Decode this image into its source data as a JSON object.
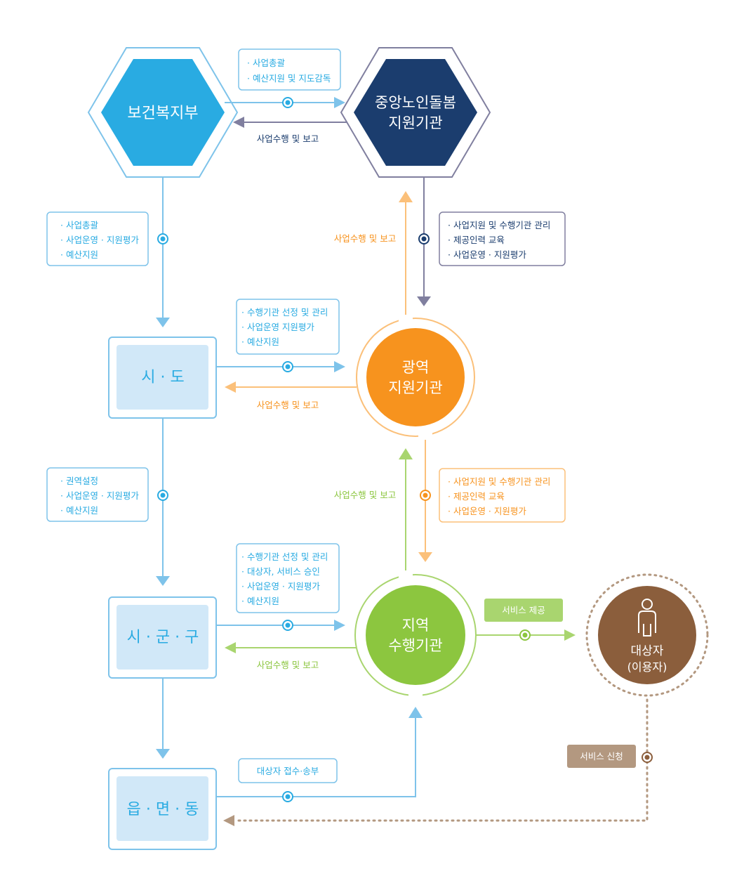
{
  "colors": {
    "blue": "#29abe2",
    "navy": "#1b3d6e",
    "orange": "#f7931e",
    "orange_light": "#fbc07a",
    "green": "#8cc63f",
    "green_light": "#a9d56f",
    "brown": "#8b5e3c",
    "tan": "#b39880",
    "box_fill": "#d1e8f8",
    "grey_border": "#807f9f"
  },
  "nodes": {
    "ministry": "보건복지부",
    "central": {
      "line1": "중앙노인돌봄",
      "line2": "지원기관"
    },
    "regional": {
      "line1": "광역",
      "line2": "지원기관"
    },
    "local": {
      "line1": "지역",
      "line2": "수행기관"
    },
    "sido": "시 · 도",
    "sigungu": "시 · 군 · 구",
    "eupmyeon": "읍 · 면 · 동",
    "target": {
      "line1": "대상자",
      "line2": "(이용자)",
      "icon": "person-icon"
    }
  },
  "notes": {
    "ministry_to_central": [
      "· 사업총괄",
      "· 예산지원 및 지도감독"
    ],
    "ministry_to_sido": [
      "· 사업총괄",
      "· 사업운영 · 지원평가",
      "· 예산지원"
    ],
    "central_to_regional": [
      "· 사업지원 및 수행기관 관리",
      "· 제공인력 교육",
      "· 사업운영 · 지원평가"
    ],
    "sido_to_regional": [
      "· 수행기관 선정 및 관리",
      "· 사업운영 지원평가",
      "· 예산지원"
    ],
    "sido_to_sigungu": [
      "· 권역설정",
      "· 사업운영 · 지원평가",
      "· 예산지원"
    ],
    "regional_to_local": [
      "· 사업지원 및 수행기관 관리",
      "· 제공인력 교육",
      "· 사업운영 · 지원평가"
    ],
    "sigungu_to_local": [
      "· 수행기관 선정 및 관리",
      "· 대상자, 서비스 승인",
      "· 사업운영 · 지원평가",
      "· 예산지원"
    ],
    "eupmyeon_to_local": [
      "대상자 접수·송부"
    ]
  },
  "labels": {
    "report_central_to_ministry": "사업수행 및 보고",
    "report_regional_to_central": "사업수행 및 보고",
    "report_regional_to_sido": "사업수행 및 보고",
    "report_local_to_regional": "사업수행 및 보고",
    "report_local_to_sigungu": "사업수행 및 보고",
    "service_provide": "서비스 제공",
    "service_apply": "서비스 신청"
  }
}
